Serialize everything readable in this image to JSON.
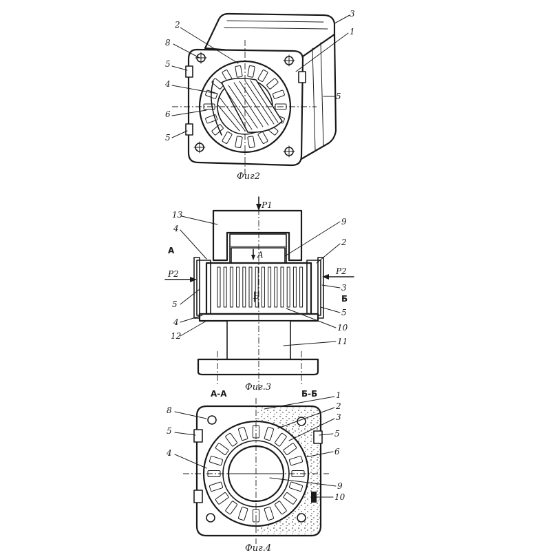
{
  "figures": {
    "fig2": {
      "caption": "Фиг2",
      "callouts": {
        "c2": "2",
        "c8": "8",
        "c5a": "5",
        "c4": "4",
        "c6": "6",
        "c5b": "5",
        "c3": "3",
        "c1": "1",
        "c5c": "5"
      }
    },
    "fig3": {
      "caption": "Фиг.3",
      "force_top": "P1",
      "force_left": "P2",
      "force_right": "P2",
      "section_a_top": "A",
      "section_b_mark": "Б",
      "section_a_mark": "A",
      "section_b_top": "Б",
      "section_aa": "A-A",
      "section_bb": "Б-Б",
      "callouts": {
        "c13": "13",
        "c4a": "4",
        "c5a": "5",
        "c4b": "4",
        "c12": "12",
        "c9": "9",
        "c2": "2",
        "c3": "3",
        "c5b": "5",
        "c10": "10",
        "c11": "11"
      }
    },
    "fig4": {
      "caption": "Фиг.4",
      "callouts": {
        "c8": "8",
        "c5a": "5",
        "c4": "4",
        "c1": "1",
        "c2": "2",
        "c3": "3",
        "c5b": "5",
        "c6": "6",
        "c9": "9",
        "c10": "10"
      }
    }
  }
}
